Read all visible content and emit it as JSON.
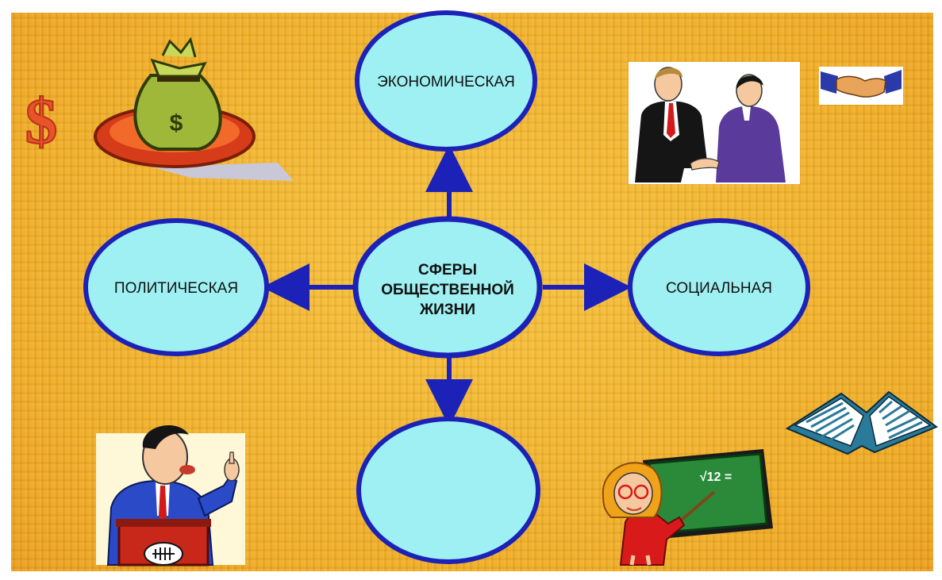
{
  "diagram": {
    "center": {
      "lines": [
        "СФЕРЫ",
        "ОБЩЕСТВЕННОЙ",
        "ЖИЗНИ"
      ]
    },
    "nodes": {
      "top": "ЭКОНОМИЧЕСКАЯ",
      "left": "ПОЛИТИЧЕСКАЯ",
      "right": "СОЦИАЛЬНАЯ",
      "bottom": ""
    }
  },
  "colors": {
    "background": "#f3b52a",
    "node_fill": "#9ff0f2",
    "node_stroke": "#1c22b8",
    "arrow": "#1c22b8"
  },
  "illustrations": {
    "top_left": [
      "dollar-sign-icon",
      "money-bag-icon"
    ],
    "top_right": [
      "businessmen-handshake-icon",
      "handshake-icon"
    ],
    "bottom_left": [
      "politician-at-podium-icon"
    ],
    "bottom_right": [
      "open-book-icon",
      "teacher-at-blackboard-icon"
    ]
  },
  "blackboard_text": "√12 ="
}
